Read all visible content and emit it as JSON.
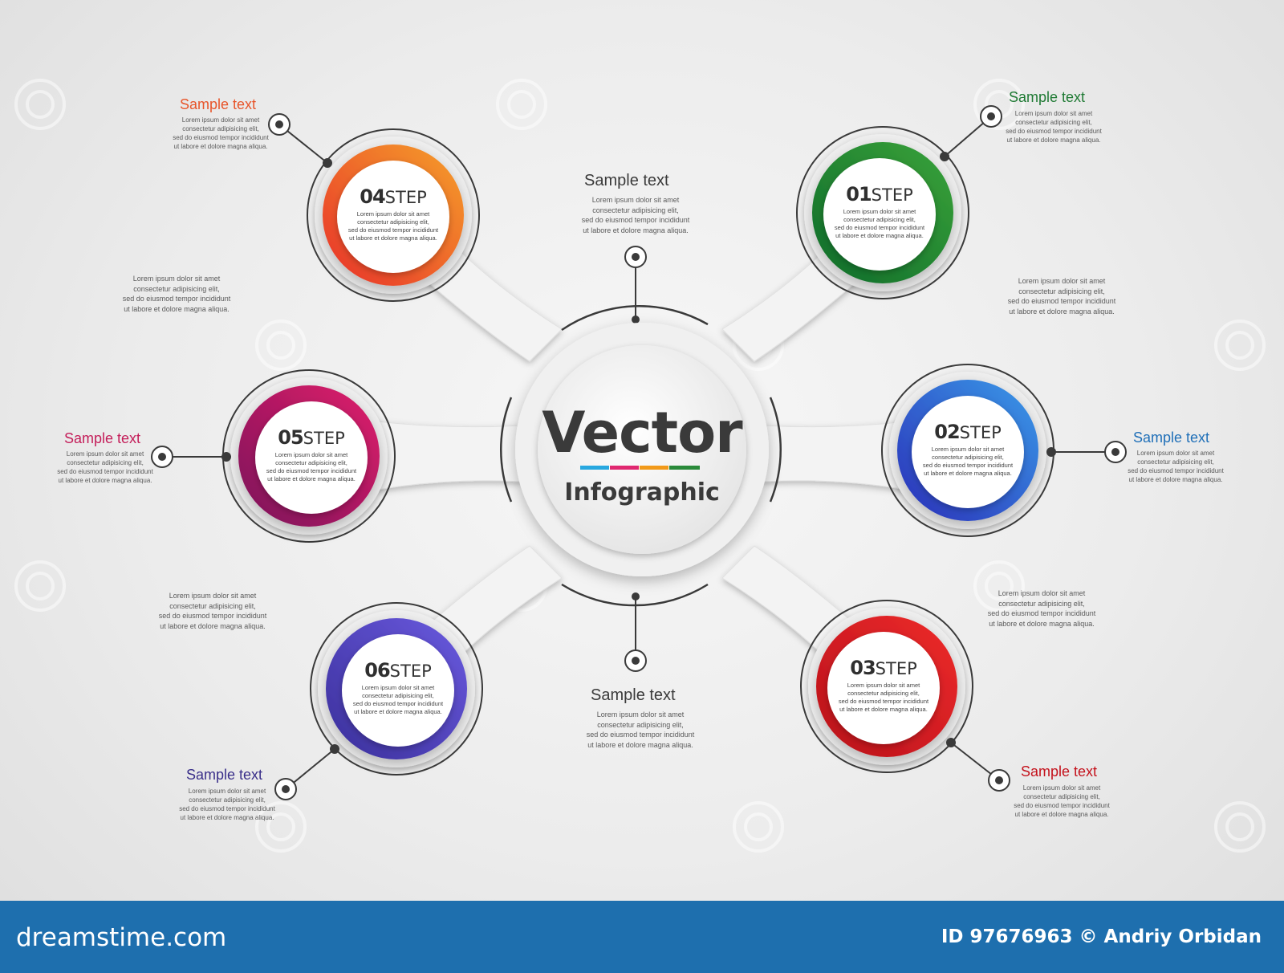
{
  "colors": {
    "step1": [
      "#0f6b2a",
      "#3aa33a"
    ],
    "step2": [
      "#2a2fb8",
      "#3a9ae8"
    ],
    "step3": [
      "#b8101a",
      "#ee2b2b"
    ],
    "step4": [
      "#e8302a",
      "#f5a02a"
    ],
    "step5": [
      "#7a0f5a",
      "#e0206a"
    ],
    "step6": [
      "#3a2f9a",
      "#6a5adf"
    ],
    "underline": [
      "#28a8e0",
      "#e02870",
      "#f29a1a",
      "#2a8a3a"
    ],
    "footer": "#1e6fae"
  },
  "hub": {
    "title": "Vector",
    "subtitle": "Infographic"
  },
  "steps": [
    {
      "num": "01",
      "label": "STEP",
      "text": "Lorem ipsum dolor sit amet\nconsectetur adipisicing elit,\nsed do eiusmod tempor incididunt\nut labore et dolore magna aliqua."
    },
    {
      "num": "02",
      "label": "STEP",
      "text": "Lorem ipsum dolor sit amet\nconsectetur adipisicing elit,\nsed do eiusmod tempor incididunt\nut labore et dolore magna aliqua."
    },
    {
      "num": "03",
      "label": "STEP",
      "text": "Lorem ipsum dolor sit amet\nconsectetur adipisicing elit,\nsed do eiusmod tempor incididunt\nut labore et dolore magna aliqua."
    },
    {
      "num": "04",
      "label": "STEP",
      "text": "Lorem ipsum dolor sit amet\nconsectetur adipisicing elit,\nsed do eiusmod tempor incididunt\nut labore et dolore magna aliqua."
    },
    {
      "num": "05",
      "label": "STEP",
      "text": "Lorem ipsum dolor sit amet\nconsectetur adipisicing elit,\nsed do eiusmod tempor incididunt\nut labore et dolore magna aliqua."
    },
    {
      "num": "06",
      "label": "STEP",
      "text": "Lorem ipsum dolor sit amet\nconsectetur adipisicing elit,\nsed do eiusmod tempor incididunt\nut labore et dolore magna aliqua."
    }
  ],
  "callouts": {
    "top": {
      "title": "Sample text",
      "text": "Lorem ipsum dolor sit amet\nconsectetur adipisicing elit,\nsed do eiusmod tempor incididunt\nut labore et dolore magna aliqua.",
      "color": "#3a3a3a"
    },
    "bottom": {
      "title": "Sample text",
      "text": "Lorem ipsum dolor sit amet\nconsectetur adipisicing elit,\nsed do eiusmod tempor incididunt\nut labore et dolore magna aliqua.",
      "color": "#3a3a3a"
    },
    "step1": {
      "title": "Sample text",
      "text": "Lorem ipsum dolor sit amet\nconsectetur adipisicing elit,\nsed do eiusmod tempor incididunt\nut labore et dolore magna aliqua.",
      "color": "#1f7a34"
    },
    "step2": {
      "title": "Sample text",
      "text": "Lorem ipsum dolor sit amet\nconsectetur adipisicing elit,\nsed do eiusmod tempor incididunt\nut labore et dolore magna aliqua.",
      "color": "#1f6fb8"
    },
    "step3": {
      "title": "Sample text",
      "text": "Lorem ipsum dolor sit amet\nconsectetur adipisicing elit,\nsed do eiusmod tempor incididunt\nut labore et dolore magna aliqua.",
      "color": "#c4121c"
    },
    "step4": {
      "title": "Sample text",
      "text": "Lorem ipsum dolor sit amet\nconsectetur adipisicing elit,\nsed do eiusmod tempor incididunt\nut labore et dolore magna aliqua.",
      "color": "#e8552a"
    },
    "step5": {
      "title": "Sample text",
      "text": "Lorem ipsum dolor sit amet\nconsectetur adipisicing elit,\nsed do eiusmod tempor incididunt\nut labore et dolore magna aliqua.",
      "color": "#c41e5a"
    },
    "step6": {
      "title": "Sample text",
      "text": "Lorem ipsum dolor sit amet\nconsectetur adipisicing elit,\nsed do eiusmod tempor incididunt\nut labore et dolore magna aliqua.",
      "color": "#3a2f8a"
    }
  },
  "side_notes": {
    "upper_left": "Lorem ipsum dolor sit amet\nconsectetur adipisicing elit,\nsed do eiusmod tempor incididunt\nut labore et dolore magna aliqua.",
    "upper_right": "Lorem ipsum dolor sit amet\nconsectetur adipisicing elit,\nsed do eiusmod tempor incididunt\nut labore et dolore magna aliqua.",
    "lower_left": "Lorem ipsum dolor sit amet\nconsectetur adipisicing elit,\nsed do eiusmod tempor incididunt\nut labore et dolore magna aliqua.",
    "lower_right": "Lorem ipsum dolor sit amet\nconsectetur adipisicing elit,\nsed do eiusmod tempor incididunt\nut labore et dolore magna aliqua."
  },
  "footer": {
    "logo": "dreamstime.com",
    "credit": "ID 97676963 © Andriy Orbidan"
  }
}
